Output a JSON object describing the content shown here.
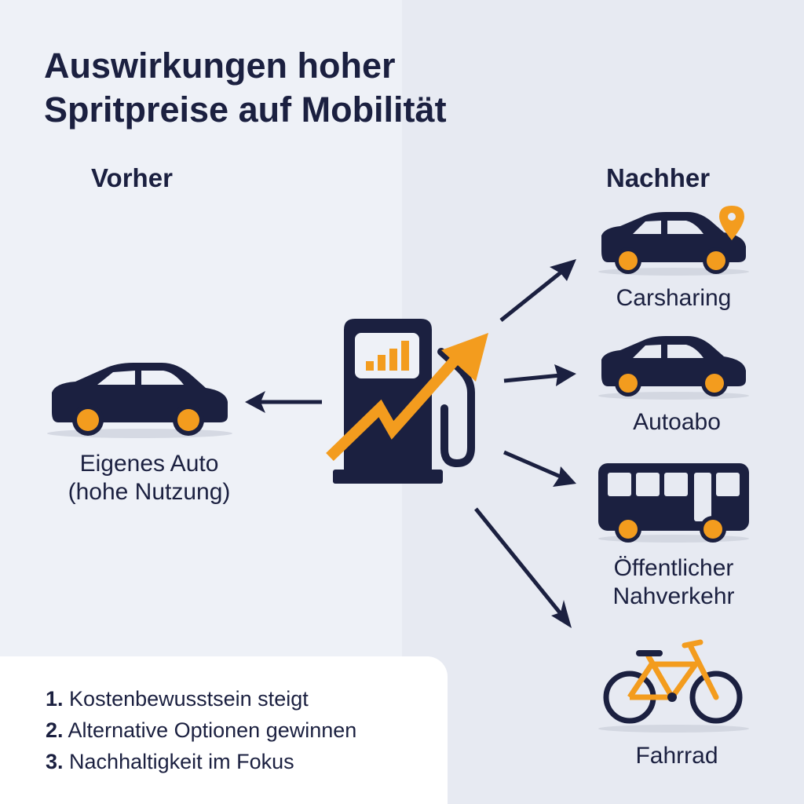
{
  "title": {
    "line1": "Auswirkungen hoher",
    "line2": "Spritpreise auf Mobilität"
  },
  "columns": {
    "before": "Vorher",
    "after": "Nachher"
  },
  "before_item": {
    "line1": "Eigenes Auto",
    "line2": "(hohe Nutzung)",
    "icon": "car-icon"
  },
  "center_icon": "fuel-pump-rising-price-icon",
  "after_items": [
    {
      "label": "Carsharing",
      "icon": "car-location-pin-icon"
    },
    {
      "label": "Autoabo",
      "icon": "car-icon"
    },
    {
      "label_line1": "Öffentlicher",
      "label_line2": "Nahverkehr",
      "icon": "bus-icon"
    },
    {
      "label": "Fahrrad",
      "icon": "bicycle-icon"
    }
  ],
  "notes": [
    {
      "num": "1.",
      "text": "Kostenbewusstsein steigt"
    },
    {
      "num": "2.",
      "text": "Alternative Optionen gewinnen"
    },
    {
      "num": "3.",
      "text": "Nachhaltigkeit im Fokus"
    }
  ],
  "colors": {
    "navy": "#1b2040",
    "orange": "#f39c1e",
    "background_left": "#eef1f7",
    "background_right": "#e7eaf2"
  }
}
